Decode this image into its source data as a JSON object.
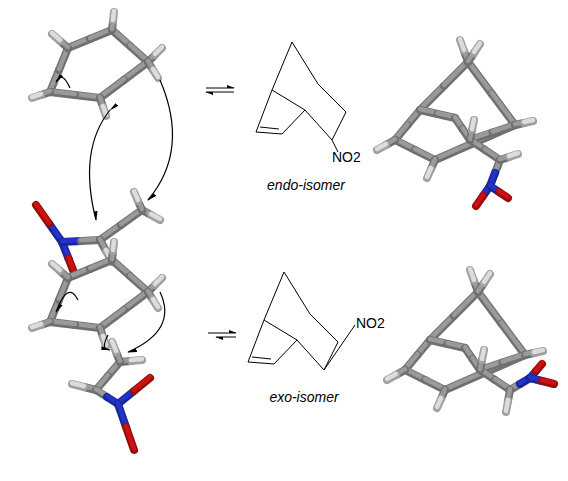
{
  "diagram": {
    "labels": [
      "NO2",
      "endo-isomer",
      "NO2",
      "exo-isomer"
    ]
  }
}
